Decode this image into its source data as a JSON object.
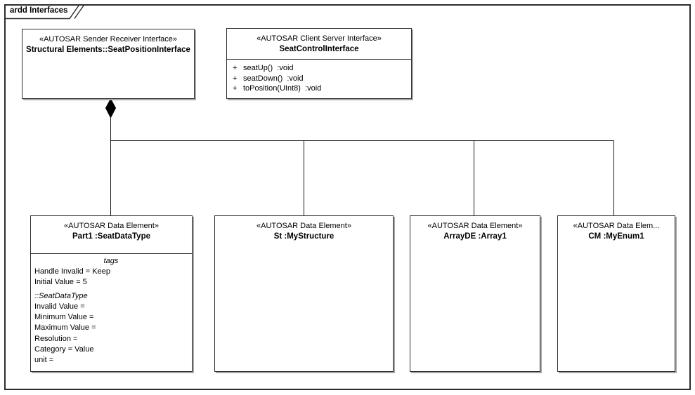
{
  "frame": {
    "label": "ardd Interfaces"
  },
  "colors": {
    "node-border": "#2f2f2f",
    "node-shadow": "#a8a8a8",
    "connector": "#1a1a1a",
    "frame-border": "#2d2d2d",
    "bg": "#ffffff"
  },
  "nodes": {
    "sr_interface": {
      "stereotype": "«AUTOSAR Sender Receiver Interface»",
      "name": "Structural Elements::SeatPositionInterface"
    },
    "cs_interface": {
      "stereotype": "«AUTOSAR Client Server Interface»",
      "name": "SeatControlInterface",
      "operations": [
        {
          "vis": "+",
          "sig": "seatUp()  :void"
        },
        {
          "vis": "+",
          "sig": "seatDown()  :void"
        },
        {
          "vis": "+",
          "sig": "toPosition(UInt8)  :void"
        }
      ]
    },
    "part1": {
      "stereotype": "«AUTOSAR Data Element»",
      "name": "Part1 :SeatDataType",
      "tags_title": "tags",
      "tags": [
        "Handle Invalid = Keep",
        "Initial Value = 5"
      ],
      "type_header": "::SeatDataType",
      "type_tags": [
        "Invalid Value =",
        "Minimum Value =",
        "Maximum Value =",
        "Resolution =",
        "Category = Value",
        "unit ="
      ]
    },
    "st": {
      "stereotype": "«AUTOSAR Data Element»",
      "name": "St :MyStructure"
    },
    "arrayde": {
      "stereotype": "«AUTOSAR Data Element»",
      "name": "ArrayDE :Array1"
    },
    "cm": {
      "stereotype": "«AUTOSAR Data Elem...",
      "name": "CM :MyEnum1"
    }
  },
  "connector": {
    "type": "composition"
  }
}
